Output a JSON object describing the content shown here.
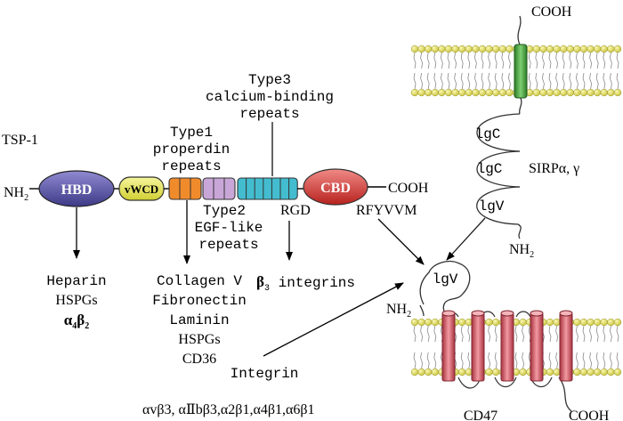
{
  "tsp1": {
    "label": "TSP-1",
    "nh2_main": "NH",
    "nh2_sub": "2",
    "cooh": "COOH",
    "domains": {
      "hbd": "HBD",
      "vwcd": "vWCD",
      "cbd": "CBD"
    },
    "type3": [
      "Type3",
      "calcium-binding",
      "repeats"
    ],
    "type1": [
      "Type1",
      "properdin",
      "repeats"
    ],
    "type2": [
      "Type2",
      "EGF-like",
      "repeats"
    ],
    "rgd": "RGD",
    "rfyvvm": "RFYVVM"
  },
  "ligands": {
    "hbd": [
      "Heparin",
      "HSPGs"
    ],
    "hbd_alpha": "α",
    "hbd_alpha_sub": "4",
    "hbd_beta": "β",
    "hbd_beta_sub": "2",
    "type1": [
      "Collagen V",
      "Fibronectin",
      "Laminin",
      "HSPGs",
      "CD36"
    ],
    "rgd_beta": "β",
    "rgd_beta_sub": "3",
    "rgd_rest": " integrins",
    "integrin": "Integrin",
    "integrin_list": "αvβ3, αⅡbβ3,α2β1,α4β1,α6β1"
  },
  "sirp": {
    "cooh": "COOH",
    "domains": [
      "lgC",
      "lgC",
      "lgV"
    ],
    "label": "SIRPα, γ",
    "nh2_main": "NH",
    "nh2_sub": "2"
  },
  "cd47": {
    "lgv": "lgV",
    "nh2_main": "NH",
    "nh2_sub": "2",
    "label": "CD47",
    "cooh": "COOH"
  },
  "colors": {
    "hbd": "#5a55a8",
    "vwcd": "#e9e85a",
    "type1": "#f08b2c",
    "type2": "#c9a6d8",
    "type3": "#43bccf",
    "cbd": "#df3f3a",
    "sirp_tm": "#4aa640",
    "cd47_tm": "#d9646f",
    "lipid_head": "#e2de63"
  }
}
